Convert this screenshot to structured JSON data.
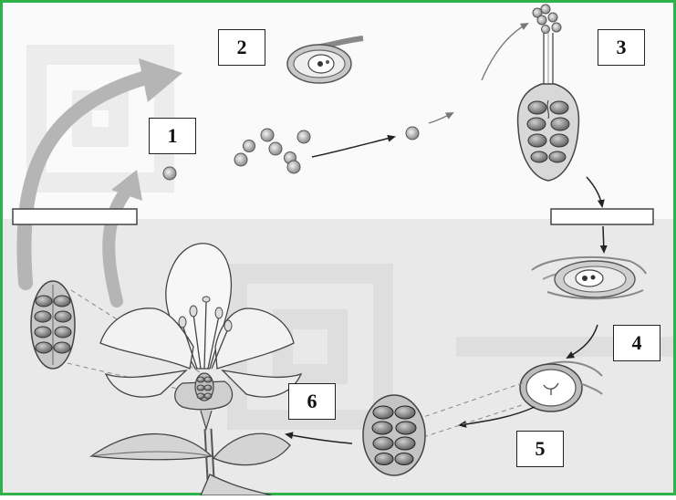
{
  "labels": {
    "one": "1",
    "two": "2",
    "three": "3",
    "four": "4",
    "five": "5",
    "six": "6"
  },
  "colors": {
    "frame": "#2fb24a",
    "upper_bg": "#fafafa",
    "lower_bg": "#e9e9e9",
    "big_arrow": "#b5b5b5",
    "outline": "#333333"
  }
}
